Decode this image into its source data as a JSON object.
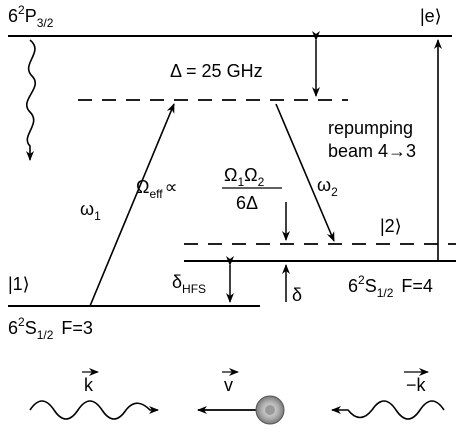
{
  "labels": {
    "excited_state": "6²P₃/₂",
    "ket_e": "|e⟩",
    "ket_1": "|1⟩",
    "ket_2": "|2⟩",
    "ground_f3_prefix": "6",
    "ground_f3_sup": "2",
    "ground_f3_S": "S",
    "ground_f3_sub": "1/2",
    "ground_f3_F": "F=3",
    "ground_f4_prefix": "6",
    "ground_f4_sup": "2",
    "ground_f4_S": "S",
    "ground_f4_sub": "1/2",
    "ground_f4_F": "F=4",
    "excited_prefix": "6",
    "excited_sup": "2",
    "excited_P": "P",
    "excited_sub": "3/2",
    "detuning": "Δ = 25 GHz",
    "repump_line1": "repumping",
    "repump_line2": "beam 4→3",
    "omega1": "ω",
    "omega1_sub": "1",
    "omega2": "ω",
    "omega2_sub": "2",
    "omega_eff": "Ω",
    "omega_eff_sub": "eff",
    "proportional": "∝",
    "numerator": "Ω",
    "numerator_sub1": "1",
    "numerator_mid": "Ω",
    "numerator_sub2": "2",
    "denominator": "6Δ",
    "delta_hfs": "δ",
    "delta_hfs_sub": "HFS",
    "delta": "δ",
    "k_vector": "k",
    "minus_k_vector": "−k",
    "v_vector": "v"
  }
}
